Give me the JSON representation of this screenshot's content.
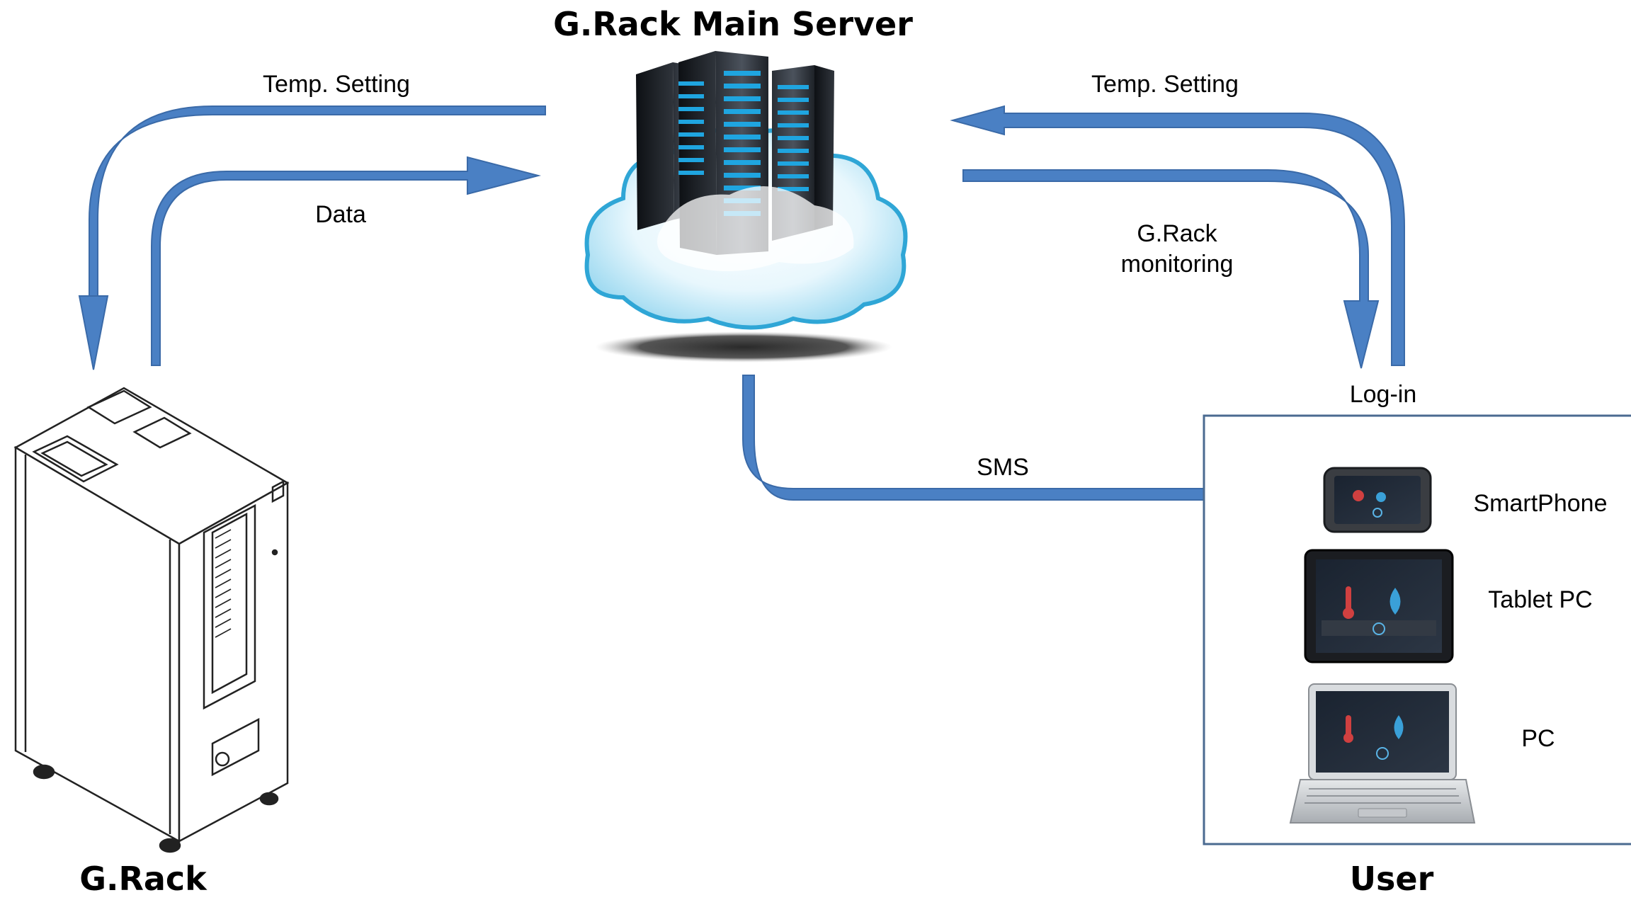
{
  "diagram": {
    "server_title": "G.Rack Main Server",
    "rack_title": "G.Rack",
    "user_title": "User",
    "colors": {
      "arrow": "#4a80c4",
      "arrow_stroke": "#3a6aa8",
      "user_box_border": "#4a6a90"
    },
    "edges": {
      "server_to_rack_label": "Temp. Setting",
      "rack_to_server_label": "Data",
      "user_to_server_label": "Temp. Setting",
      "server_to_user_label_line1": "G.Rack",
      "server_to_user_label_line2": "monitoring",
      "user_login_label": "Log-in",
      "server_sms_label": "SMS"
    },
    "devices": [
      {
        "label": "SmartPhone"
      },
      {
        "label": "Tablet PC"
      },
      {
        "label": "PC"
      }
    ]
  }
}
